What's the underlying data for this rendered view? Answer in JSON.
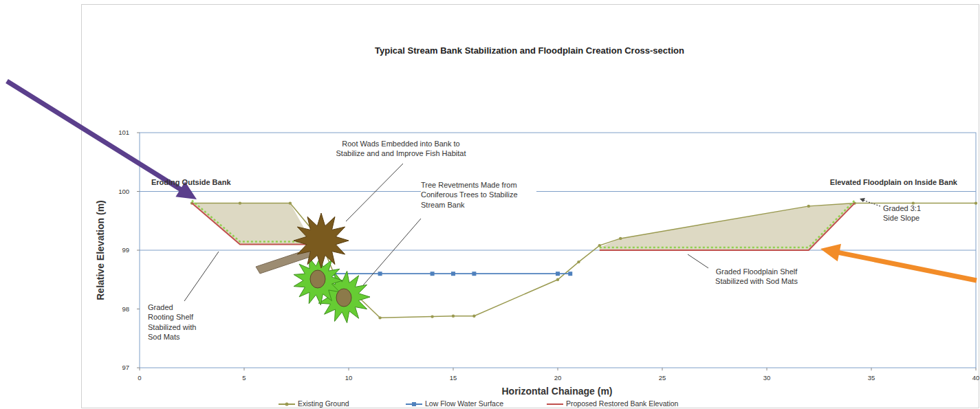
{
  "diagram": {
    "title": "Typical Stream Bank Stabilization and Floodplain Creation Cross-section",
    "labels": [
      "Relative Elevation (m)",
      "101",
      "100",
      "99",
      "98",
      "97",
      "0",
      "5",
      "10",
      "15",
      "20",
      "25",
      "30",
      "35",
      "40",
      "Horizontal Chainage (m)",
      "Eroding Outside Bank",
      "Root Wads Embedded into Bank to Stabilize and and Improve Fish Habitat",
      "Tree Revetments Made from Coniferous Trees to Stabilize Stream Bank",
      "Elevated Floodplain on Inside Bank",
      "Graded 3:1 Side Slope",
      "Graded Rooting Shelf Stabilized with Sod Mats",
      "Graded Floodplain Shelf Stabilized with Sod Mats"
    ],
    "legend": [
      {
        "text": "Existing Ground"
      },
      {
        "text": "Low Flow Water Surface"
      },
      {
        "text": "Proposed Restored Bank Elevation"
      }
    ]
  }
}
